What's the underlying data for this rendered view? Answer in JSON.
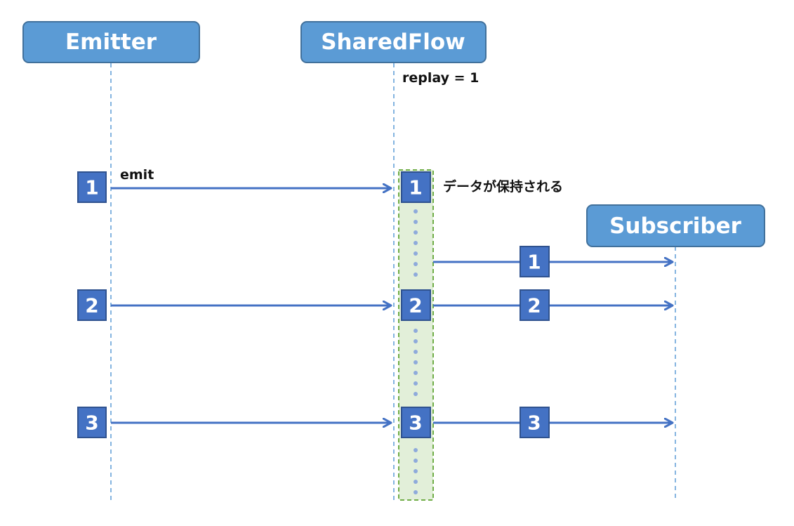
{
  "participants": {
    "emitter": "Emitter",
    "sharedflow": "SharedFlow",
    "subscriber": "Subscriber"
  },
  "annotations": {
    "replay": "replay = 1",
    "emit": "emit",
    "retained": "データが保持される"
  },
  "values": {
    "v1": "1",
    "v2": "2",
    "v3": "3"
  },
  "colors": {
    "header_fill": "#5b9bd5",
    "header_stroke": "#41719c",
    "box_fill": "#4472c4",
    "box_stroke": "#2f528f",
    "arrow": "#4472c4",
    "lifeline": "#5b9bd5",
    "buffer_fill": "#e2efd9",
    "buffer_stroke": "#70ad47",
    "dots": "#8eaadb"
  }
}
